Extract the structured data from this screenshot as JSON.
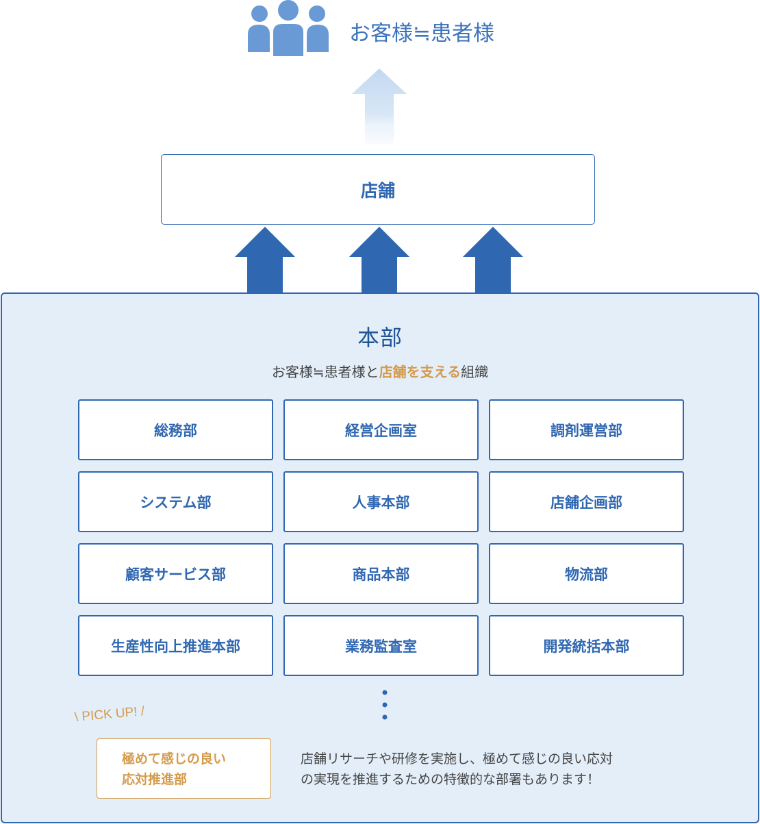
{
  "customer": {
    "title": "お客様≒患者様"
  },
  "store": {
    "label": "店舗"
  },
  "headquarters": {
    "title": "本部",
    "subtitle_before": "お客様≒患者様と",
    "subtitle_accent": "店舗を支える",
    "subtitle_after": "組織"
  },
  "departments": [
    "総務部",
    "経営企画室",
    "調剤運営部",
    "システム部",
    "人事本部",
    "店舗企画部",
    "顧客サービス部",
    "商品本部",
    "物流部",
    "生産性向上推進本部",
    "業務監査室",
    "開発統括本部"
  ],
  "pickup": {
    "label": "\\ PICK UP! /",
    "department": "極めて感じの良い\n応対推進部",
    "description": "店舗リサーチや研修を実施し、極めて感じの良い応対\nの実現を推進するための特徴的な部署もあります！"
  },
  "colors": {
    "primary": "#2f67b1",
    "primary_dark": "#1f5596",
    "customer_text": "#3d73bb",
    "accent": "#d49b4b",
    "panel_background": "#e3eef9",
    "body_text": "#444444",
    "person_icon": "#6a9ad6"
  },
  "icons": {
    "customers": "people-group-icon",
    "to_customers": "light-up-arrow-icon",
    "to_store": "blue-up-arrow-icon",
    "more": "vertical-dots-icon"
  }
}
